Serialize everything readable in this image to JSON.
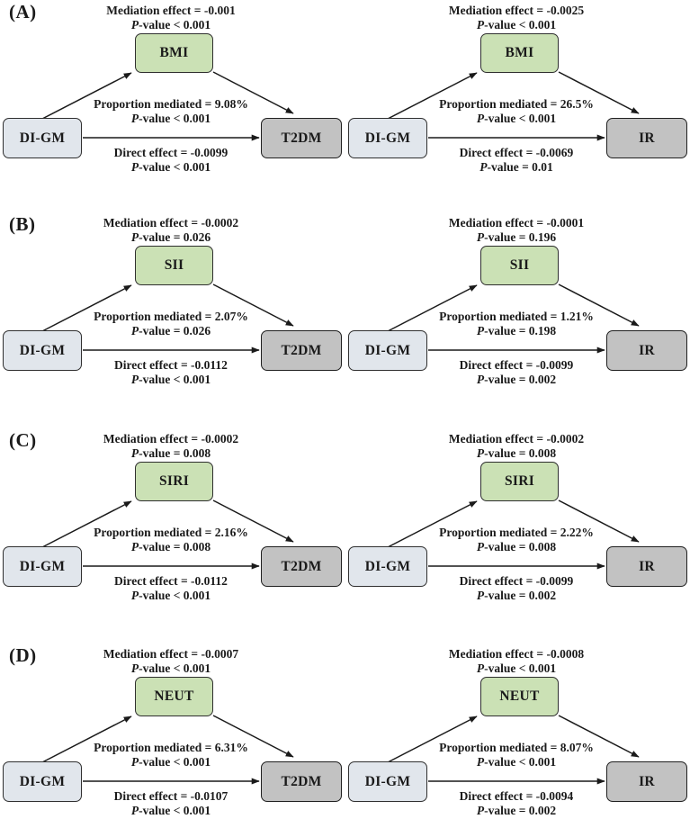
{
  "figure": {
    "panels": [
      {
        "label": "(A)",
        "diagrams": [
          {
            "mediator": "BMI",
            "exposure": "DI-GM",
            "outcome": "T2DM",
            "mediation_effect": "Mediation effect = -0.001",
            "mediation_p": "P-value < 0.001",
            "proportion": "Proportion mediated = 9.08%",
            "proportion_p": "P-value < 0.001",
            "direct_effect": "Direct effect = -0.0099",
            "direct_p": "P-value < 0.001"
          },
          {
            "mediator": "BMI",
            "exposure": "DI-GM",
            "outcome": "IR",
            "mediation_effect": "Mediation effect = -0.0025",
            "mediation_p": "P-value < 0.001",
            "proportion": "Proportion mediated = 26.5%",
            "proportion_p": "P-value < 0.001",
            "direct_effect": "Direct effect = -0.0069",
            "direct_p": "P-value = 0.01"
          }
        ]
      },
      {
        "label": "(B)",
        "diagrams": [
          {
            "mediator": "SII",
            "exposure": "DI-GM",
            "outcome": "T2DM",
            "mediation_effect": "Mediation effect = -0.0002",
            "mediation_p": "P-value = 0.026",
            "proportion": "Proportion mediated = 2.07%",
            "proportion_p": "P-value = 0.026",
            "direct_effect": "Direct effect = -0.0112",
            "direct_p": "P-value < 0.001"
          },
          {
            "mediator": "SII",
            "exposure": "DI-GM",
            "outcome": "IR",
            "mediation_effect": "Mediation effect = -0.0001",
            "mediation_p": "P-value = 0.196",
            "proportion": "Proportion mediated = 1.21%",
            "proportion_p": "P-value = 0.198",
            "direct_effect": "Direct effect = -0.0099",
            "direct_p": "P-value = 0.002"
          }
        ]
      },
      {
        "label": "(C)",
        "diagrams": [
          {
            "mediator": "SIRI",
            "exposure": "DI-GM",
            "outcome": "T2DM",
            "mediation_effect": "Mediation effect = -0.0002",
            "mediation_p": "P-value = 0.008",
            "proportion": "Proportion mediated = 2.16%",
            "proportion_p": "P-value = 0.008",
            "direct_effect": "Direct effect = -0.0112",
            "direct_p": "P-value < 0.001"
          },
          {
            "mediator": "SIRI",
            "exposure": "DI-GM",
            "outcome": "IR",
            "mediation_effect": "Mediation effect = -0.0002",
            "mediation_p": "P-value = 0.008",
            "proportion": "Proportion mediated = 2.22%",
            "proportion_p": "P-value = 0.008",
            "direct_effect": "Direct effect = -0.0099",
            "direct_p": "P-value = 0.002"
          }
        ]
      },
      {
        "label": "(D)",
        "diagrams": [
          {
            "mediator": "NEUT",
            "exposure": "DI-GM",
            "outcome": "T2DM",
            "mediation_effect": "Mediation effect = -0.0007",
            "mediation_p": "P-value < 0.001",
            "proportion": "Proportion mediated = 6.31%",
            "proportion_p": "P-value < 0.001",
            "direct_effect": "Direct effect = -0.0107",
            "direct_p": "P-value < 0.001"
          },
          {
            "mediator": "NEUT",
            "exposure": "DI-GM",
            "outcome": "IR",
            "mediation_effect": "Mediation effect = -0.0008",
            "mediation_p": "P-value < 0.001",
            "proportion": "Proportion mediated = 8.07%",
            "proportion_p": "P-value < 0.001",
            "direct_effect": "Direct effect = -0.0094",
            "direct_p": "P-value = 0.002"
          }
        ]
      }
    ]
  },
  "colors": {
    "mediator_fill": "#cbe1b5",
    "exposure_fill": "#e1e6ec",
    "outcome_fill": "#c2c2c2",
    "border": "#2f2f2f",
    "arrow": "#1a1a1a",
    "text": "#1a1a1a"
  }
}
